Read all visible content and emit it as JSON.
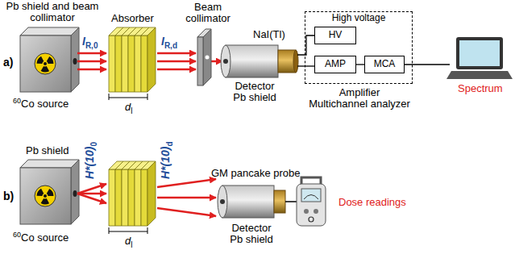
{
  "diagram": {
    "nodes": [
      {
        "text": [
          "High voltage"
        ]
      },
      {
        "text": [
          "HV"
        ],
        "in": 0
      },
      {
        "text": [
          "AMP"
        ],
        "in": 0
      },
      {
        "text": [
          "MCA"
        ],
        "in": 0
      }
    ],
    "edges": [
      {
        "from": 2,
        "to": 3,
        "arrow": "none"
      }
    ],
    "labels": [
      "Pb shield and beam collimator",
      "60",
      "Co source",
      "I",
      "R,0",
      "Absorber",
      "d",
      "l",
      "I",
      "R,d",
      "Beam collimator",
      "NaI(Tl)",
      "Detector",
      "Pb shield",
      "Amplifier",
      "Multichannel analyzer",
      "Spectrum",
      "a)",
      "Pb shield",
      "60",
      "Co source",
      "H*(10)",
      "0",
      "d",
      "l",
      "H*(10)",
      "d",
      "GM pancake probe",
      "Detector",
      "Pb shield",
      "Dose readings",
      "b)"
    ]
  }
}
